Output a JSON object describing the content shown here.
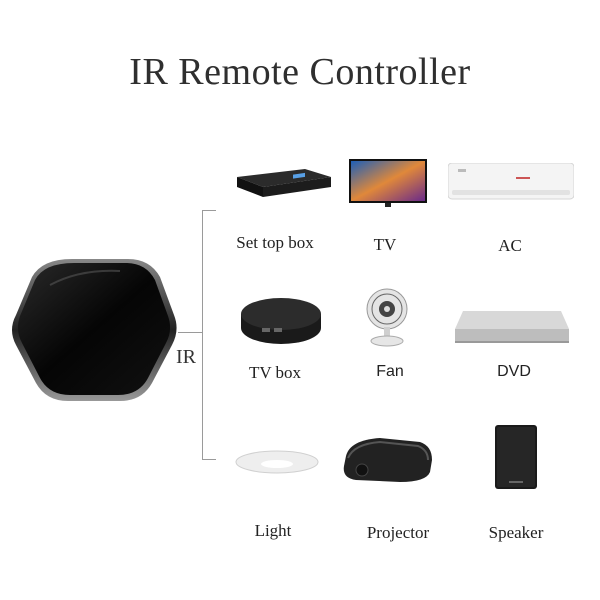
{
  "title": "IR Remote Controller",
  "hub_label": "IR",
  "devices": [
    {
      "id": "set-top-box",
      "label": "Set top box"
    },
    {
      "id": "tv",
      "label": "TV"
    },
    {
      "id": "ac",
      "label": "AC"
    },
    {
      "id": "tv-box",
      "label": "TV box"
    },
    {
      "id": "fan",
      "label": "Fan"
    },
    {
      "id": "dvd",
      "label": "DVD"
    },
    {
      "id": "light",
      "label": "Light"
    },
    {
      "id": "projector",
      "label": "Projector"
    },
    {
      "id": "speaker",
      "label": "Speaker"
    }
  ]
}
